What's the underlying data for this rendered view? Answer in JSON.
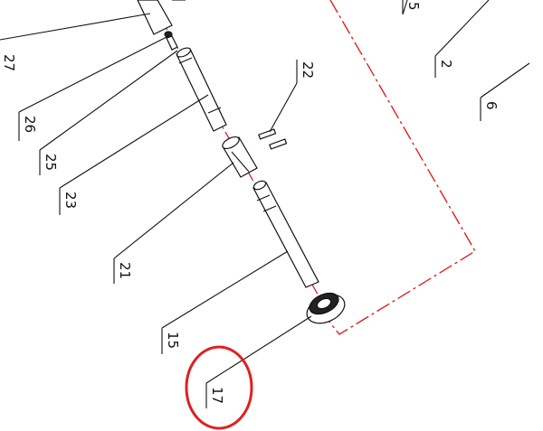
{
  "callouts": [
    {
      "id": "c5",
      "label": "5"
    },
    {
      "id": "c2",
      "label": "2"
    },
    {
      "id": "c6",
      "label": "6"
    },
    {
      "id": "c27",
      "label": "27"
    },
    {
      "id": "c26",
      "label": "26"
    },
    {
      "id": "c25",
      "label": "25"
    },
    {
      "id": "c23",
      "label": "23"
    },
    {
      "id": "c22",
      "label": "22"
    },
    {
      "id": "c21",
      "label": "21"
    },
    {
      "id": "c15",
      "label": "15"
    },
    {
      "id": "c17",
      "label": "17"
    }
  ],
  "highlighted_callout": "17",
  "colors": {
    "lines": "#111111",
    "centerline": "#e02020",
    "highlight": "#e02020"
  }
}
